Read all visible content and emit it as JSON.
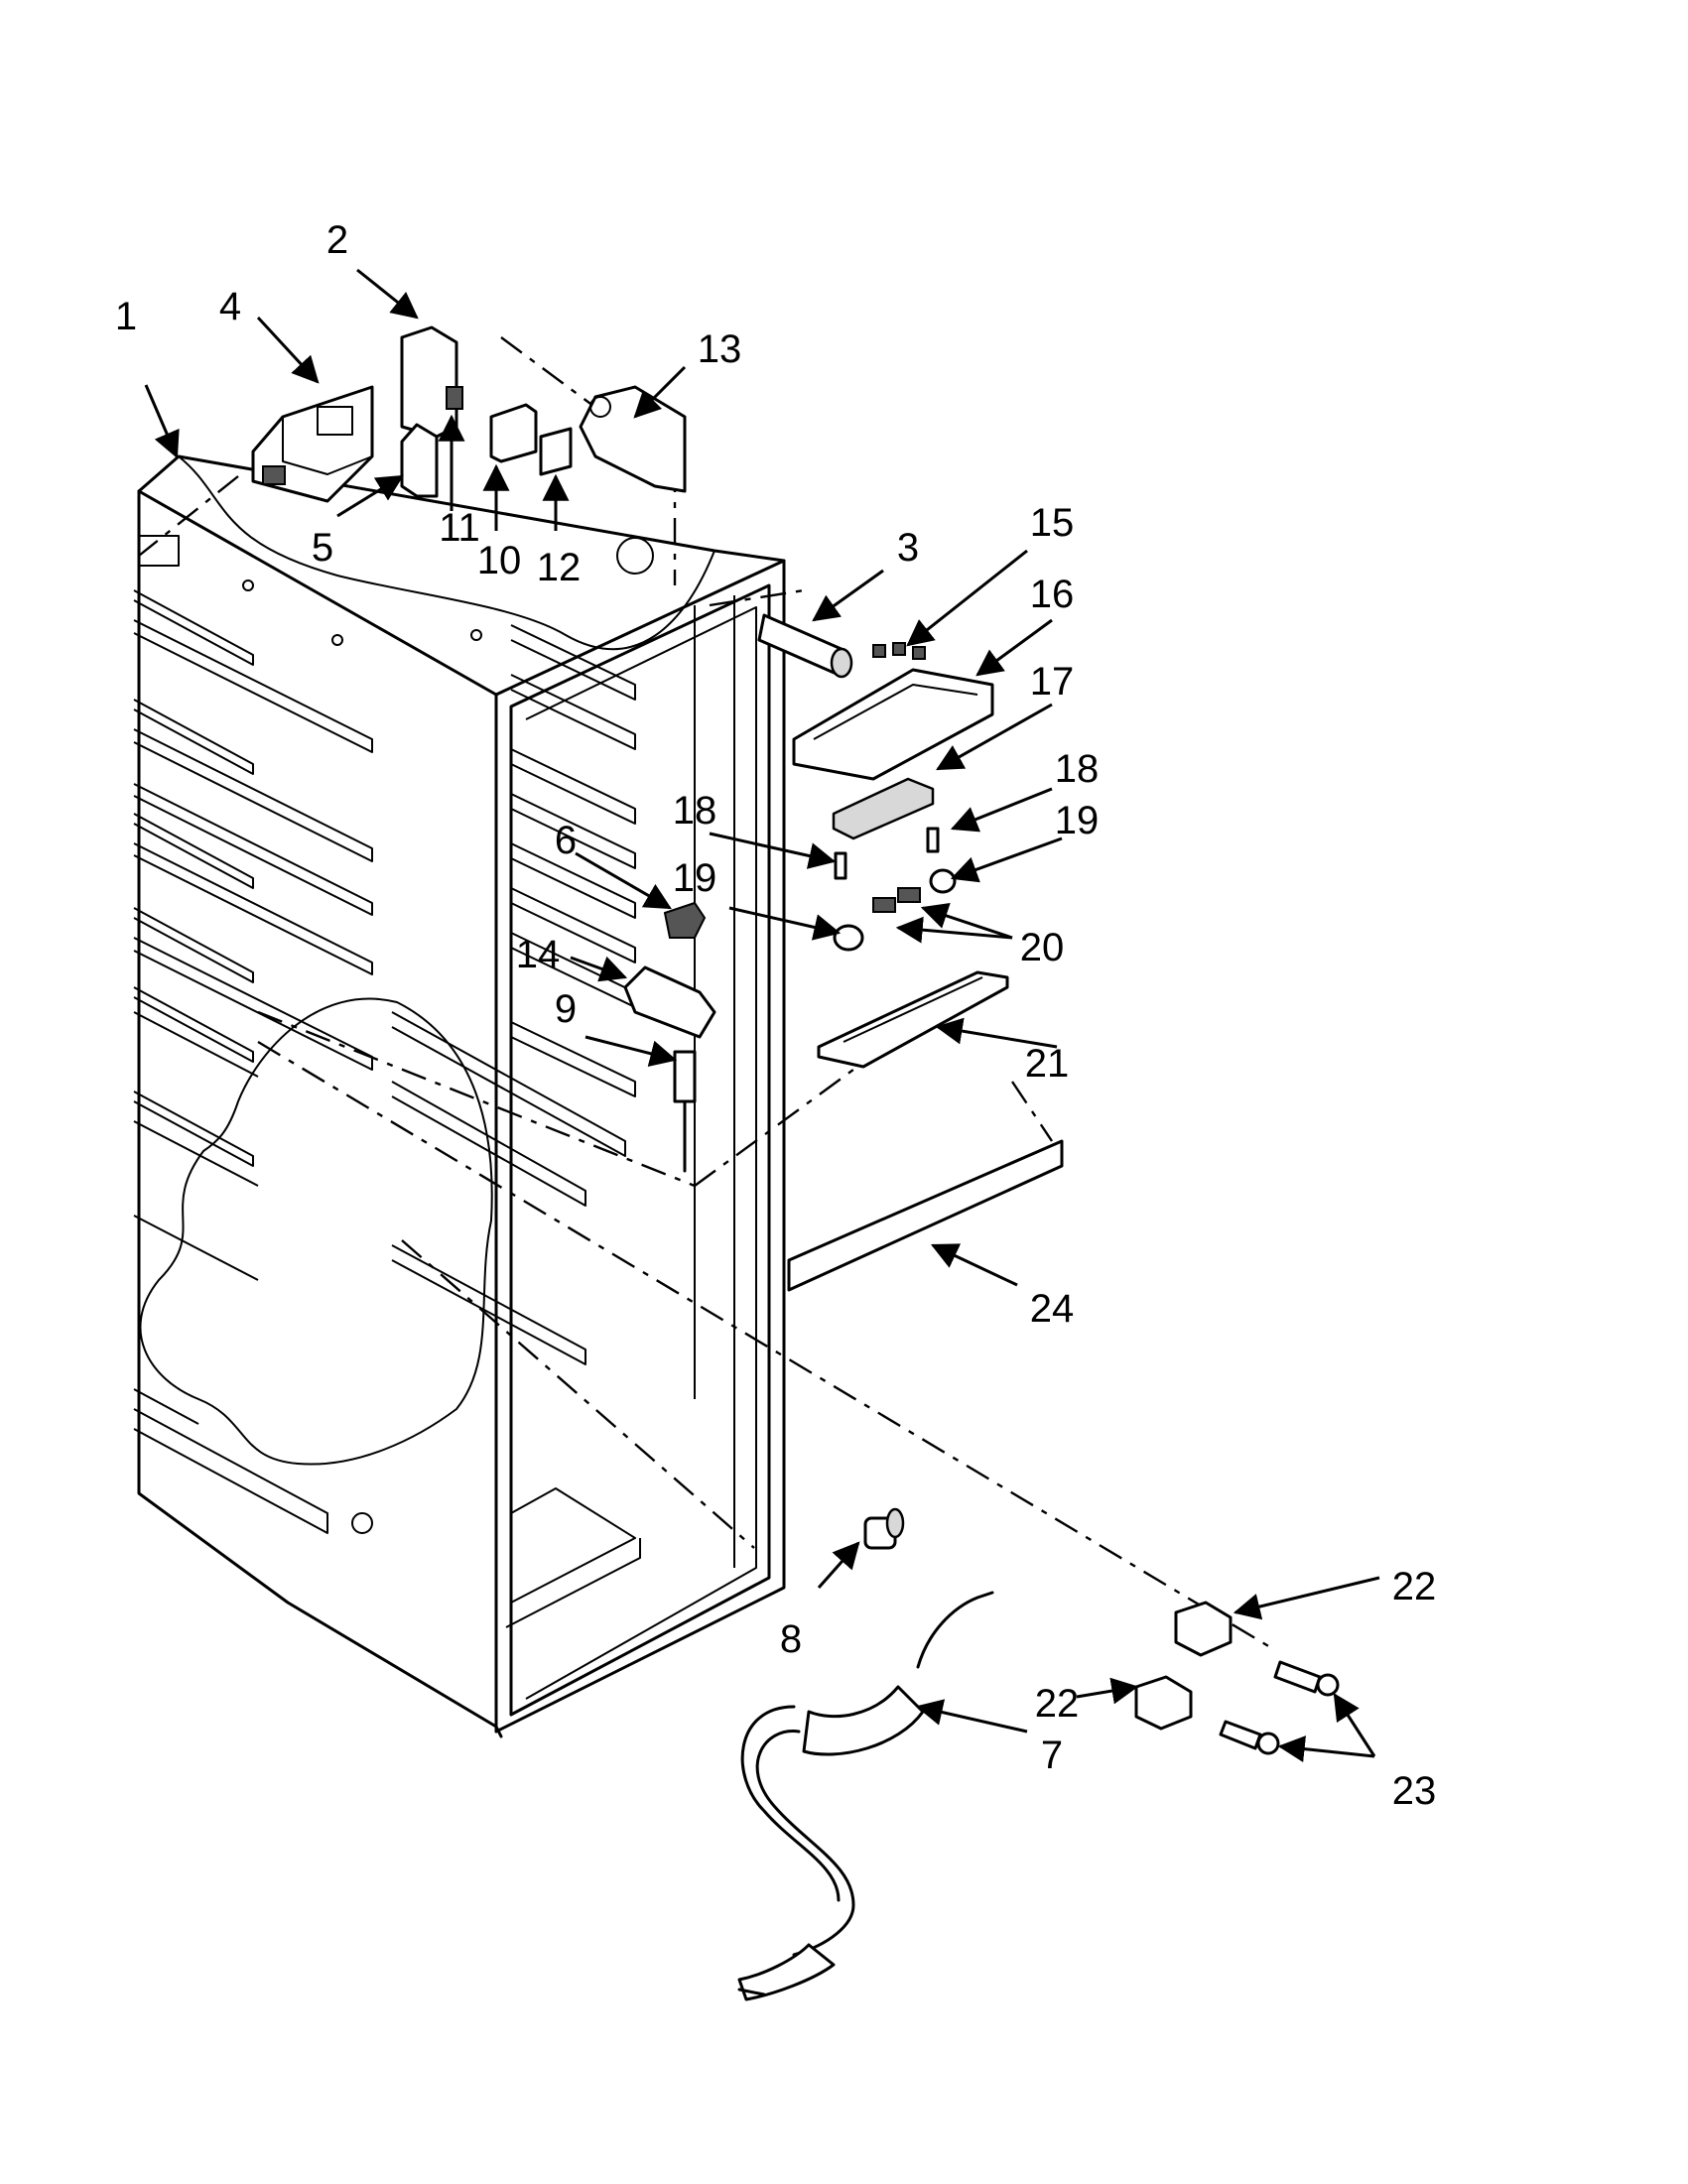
{
  "callouts": [
    {
      "id": "c1",
      "text": "1"
    },
    {
      "id": "c2",
      "text": "2"
    },
    {
      "id": "c3",
      "text": "3"
    },
    {
      "id": "c4",
      "text": "4"
    },
    {
      "id": "c5",
      "text": "5"
    },
    {
      "id": "c6",
      "text": "6"
    },
    {
      "id": "c7",
      "text": "7"
    },
    {
      "id": "c8",
      "text": "8"
    },
    {
      "id": "c9",
      "text": "9"
    },
    {
      "id": "c10",
      "text": "10"
    },
    {
      "id": "c11",
      "text": "11"
    },
    {
      "id": "c12",
      "text": "12"
    },
    {
      "id": "c13",
      "text": "13"
    },
    {
      "id": "c14",
      "text": "14"
    },
    {
      "id": "c15",
      "text": "15"
    },
    {
      "id": "c16",
      "text": "16"
    },
    {
      "id": "c17",
      "text": "17"
    },
    {
      "id": "c18a",
      "text": "18"
    },
    {
      "id": "c18b",
      "text": "18"
    },
    {
      "id": "c19a",
      "text": "19"
    },
    {
      "id": "c19b",
      "text": "19"
    },
    {
      "id": "c20",
      "text": "20"
    },
    {
      "id": "c21",
      "text": "21"
    },
    {
      "id": "c22a",
      "text": "22"
    },
    {
      "id": "c22b",
      "text": "22"
    },
    {
      "id": "c23",
      "text": "23"
    },
    {
      "id": "c24",
      "text": "24"
    }
  ]
}
